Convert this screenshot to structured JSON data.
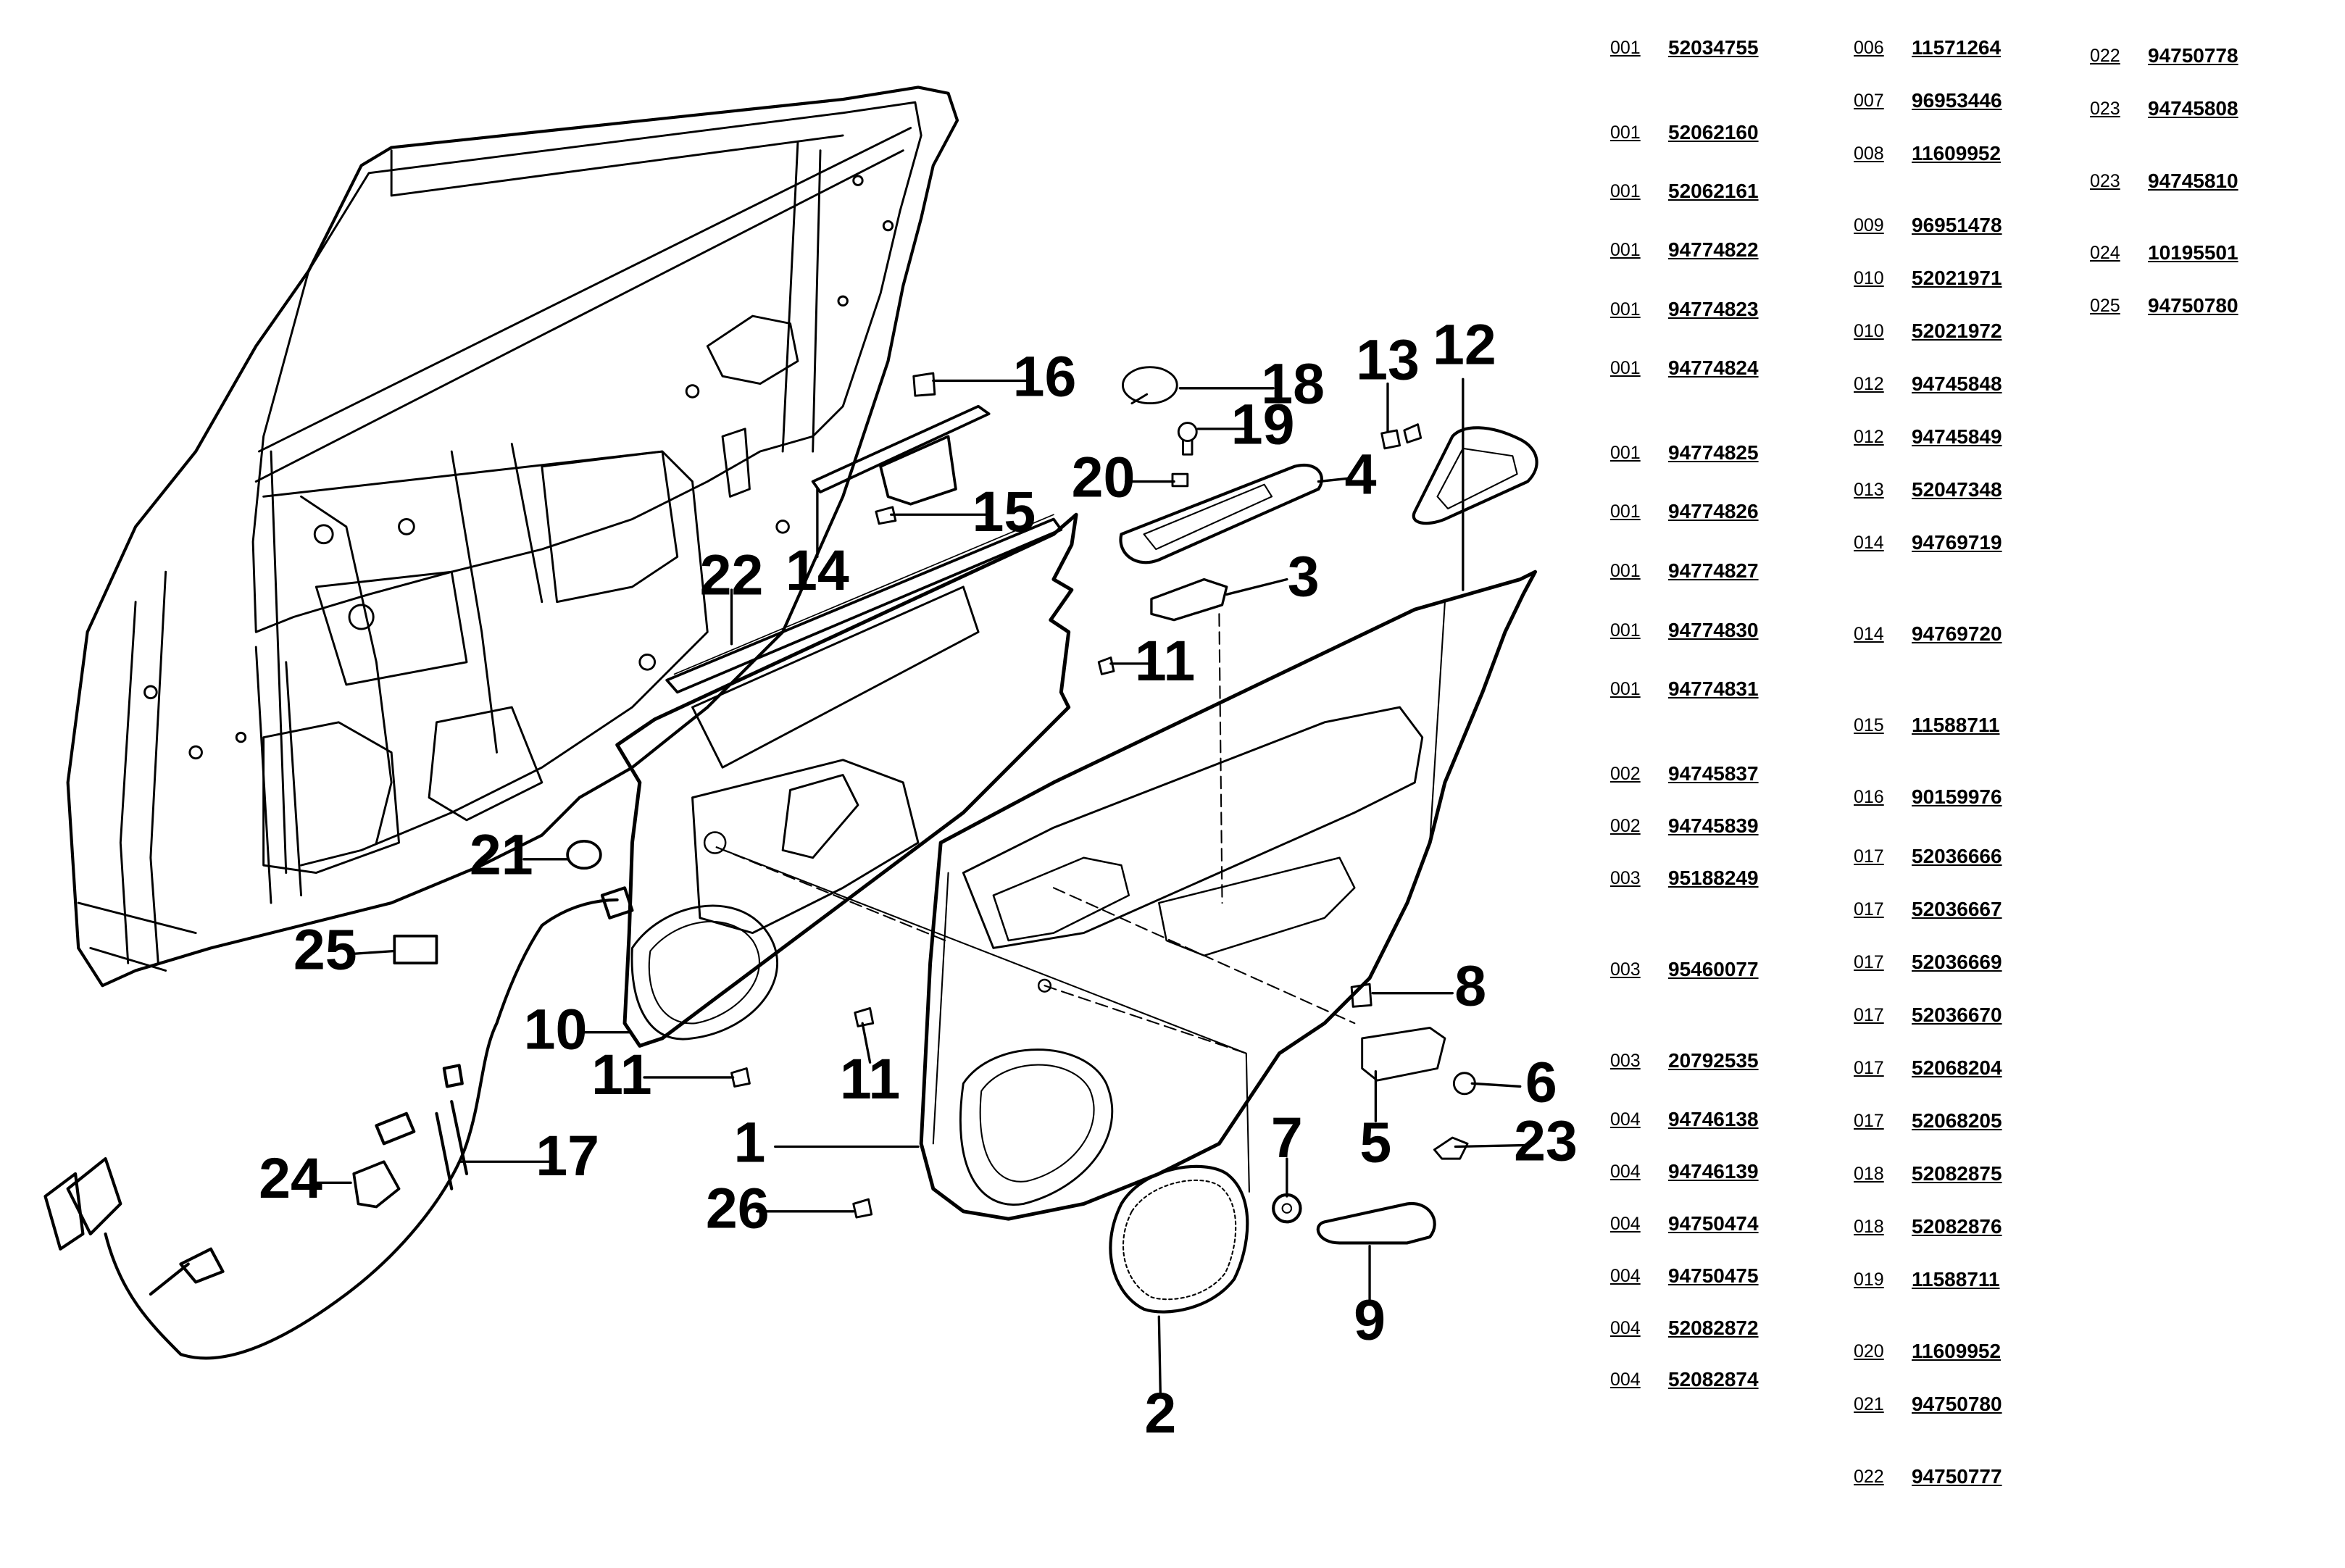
{
  "callouts": [
    "1",
    "2",
    "3",
    "4",
    "5",
    "6",
    "7",
    "8",
    "9",
    "10",
    "11",
    "12",
    "13",
    "14",
    "15",
    "16",
    "17",
    "18",
    "19",
    "20",
    "21",
    "22",
    "23",
    "24",
    "25",
    "26"
  ],
  "parts_list": {
    "columns": [
      [
        {
          "ref": "001",
          "part": "52034755"
        },
        {
          "ref": "001",
          "part": "52062160"
        },
        {
          "ref": "001",
          "part": "52062161"
        },
        {
          "ref": "001",
          "part": "94774822"
        },
        {
          "ref": "001",
          "part": "94774823"
        },
        {
          "ref": "001",
          "part": "94774824"
        },
        {
          "ref": "001",
          "part": "94774825"
        },
        {
          "ref": "001",
          "part": "94774826"
        },
        {
          "ref": "001",
          "part": "94774827"
        },
        {
          "ref": "001",
          "part": "94774830"
        },
        {
          "ref": "001",
          "part": "94774831"
        },
        {
          "ref": "002",
          "part": "94745837"
        },
        {
          "ref": "002",
          "part": "94745839"
        },
        {
          "ref": "003",
          "part": "95188249"
        },
        {
          "ref": "003",
          "part": "95460077"
        },
        {
          "ref": "003",
          "part": "20792535"
        },
        {
          "ref": "004",
          "part": "94746138"
        },
        {
          "ref": "004",
          "part": "94746139"
        },
        {
          "ref": "004",
          "part": "94750474"
        },
        {
          "ref": "004",
          "part": "94750475"
        },
        {
          "ref": "004",
          "part": "52082872"
        },
        {
          "ref": "004",
          "part": "52082874"
        }
      ],
      [
        {
          "ref": "006",
          "part": "11571264"
        },
        {
          "ref": "007",
          "part": "96953446"
        },
        {
          "ref": "008",
          "part": "11609952"
        },
        {
          "ref": "009",
          "part": "96951478"
        },
        {
          "ref": "010",
          "part": "52021971"
        },
        {
          "ref": "010",
          "part": "52021972"
        },
        {
          "ref": "012",
          "part": "94745848"
        },
        {
          "ref": "012",
          "part": "94745849"
        },
        {
          "ref": "013",
          "part": "52047348"
        },
        {
          "ref": "014",
          "part": "94769719"
        },
        {
          "ref": "014",
          "part": "94769720"
        },
        {
          "ref": "015",
          "part": "11588711"
        },
        {
          "ref": "016",
          "part": "90159976"
        },
        {
          "ref": "017",
          "part": "52036666"
        },
        {
          "ref": "017",
          "part": "52036667"
        },
        {
          "ref": "017",
          "part": "52036669"
        },
        {
          "ref": "017",
          "part": "52036670"
        },
        {
          "ref": "017",
          "part": "52068204"
        },
        {
          "ref": "017",
          "part": "52068205"
        },
        {
          "ref": "018",
          "part": "52082875"
        },
        {
          "ref": "018",
          "part": "52082876"
        },
        {
          "ref": "019",
          "part": "11588711"
        },
        {
          "ref": "020",
          "part": "11609952"
        },
        {
          "ref": "021",
          "part": "94750780"
        },
        {
          "ref": "022",
          "part": "94750777"
        }
      ],
      [
        {
          "ref": "022",
          "part": "94750778"
        },
        {
          "ref": "023",
          "part": "94745808"
        },
        {
          "ref": "023",
          "part": "94745810"
        },
        {
          "ref": "024",
          "part": "10195501"
        },
        {
          "ref": "025",
          "part": "94750780"
        }
      ]
    ]
  },
  "colors": {
    "ink": "#000000",
    "line": "#666666",
    "background": "#ffffff"
  }
}
